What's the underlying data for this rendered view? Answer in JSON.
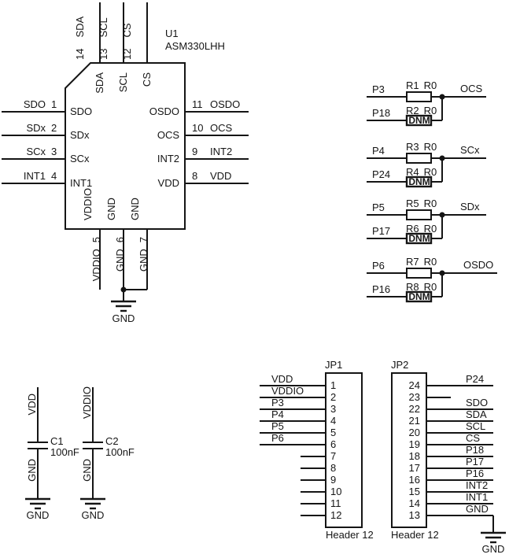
{
  "ic": {
    "refdes": "U1",
    "part": "ASM330LHH",
    "left_pins": [
      {
        "num": "1",
        "name": "SDO",
        "net": "SDO"
      },
      {
        "num": "2",
        "name": "SDx",
        "net": "SDx"
      },
      {
        "num": "3",
        "name": "SCx",
        "net": "SCx"
      },
      {
        "num": "4",
        "name": "INT1",
        "net": "INT1"
      }
    ],
    "right_pins": [
      {
        "num": "11",
        "name": "OSDO",
        "net": "OSDO"
      },
      {
        "num": "10",
        "name": "OCS",
        "net": "OCS"
      },
      {
        "num": "9",
        "name": "INT2",
        "net": "INT2"
      },
      {
        "num": "8",
        "name": "VDD",
        "net": "VDD"
      }
    ],
    "top_pins": [
      {
        "num": "14",
        "name": "SDA",
        "net": "SDA"
      },
      {
        "num": "13",
        "name": "SCL",
        "net": "SCL"
      },
      {
        "num": "12",
        "name": "CS",
        "net": "CS"
      }
    ],
    "bottom_pins": [
      {
        "num": "5",
        "name": "VDDIO",
        "net": "VDDIO"
      },
      {
        "num": "6",
        "name": "GND",
        "net": "GND"
      },
      {
        "num": "7",
        "name": "GND",
        "net": "GND"
      }
    ],
    "gnd_label": "GND"
  },
  "resistor_networks": [
    {
      "top_input": "P3",
      "top_ref": "R1",
      "top_val": "R0",
      "bottom_input": "P18",
      "bottom_ref": "R2",
      "bottom_val": "R0",
      "bottom_dnm": "DNM",
      "output": "OCS"
    },
    {
      "top_input": "P4",
      "top_ref": "R3",
      "top_val": "R0",
      "bottom_input": "P24",
      "bottom_ref": "R4",
      "bottom_val": "R0",
      "bottom_dnm": "DNM",
      "output": "SCx"
    },
    {
      "top_input": "P5",
      "top_ref": "R5",
      "top_val": "R0",
      "bottom_input": "P17",
      "bottom_ref": "R6",
      "bottom_val": "R0",
      "bottom_dnm": "DNM",
      "output": "SDx"
    },
    {
      "top_input": "P6",
      "top_ref": "R7",
      "top_val": "R0",
      "bottom_input": "P16",
      "bottom_ref": "R8",
      "bottom_val": "R0",
      "bottom_dnm": "DNM",
      "output": "OSDO"
    }
  ],
  "capacitors": [
    {
      "refdes": "C1",
      "value": "100nF",
      "top_net": "VDD",
      "bottom_net": "GND",
      "gnd_label": "GND"
    },
    {
      "refdes": "C2",
      "value": "100nF",
      "top_net": "VDDIO",
      "bottom_net": "GND",
      "gnd_label": "GND"
    }
  ],
  "headers": {
    "jp1": {
      "refdes": "JP1",
      "footprint": "Header 12",
      "pins": [
        {
          "num": "1",
          "net": "VDD"
        },
        {
          "num": "2",
          "net": "VDDIO"
        },
        {
          "num": "3",
          "net": "P3"
        },
        {
          "num": "4",
          "net": "P4"
        },
        {
          "num": "5",
          "net": "P5"
        },
        {
          "num": "6",
          "net": "P6"
        },
        {
          "num": "7",
          "net": ""
        },
        {
          "num": "8",
          "net": ""
        },
        {
          "num": "9",
          "net": ""
        },
        {
          "num": "10",
          "net": ""
        },
        {
          "num": "11",
          "net": ""
        },
        {
          "num": "12",
          "net": ""
        }
      ]
    },
    "jp2": {
      "refdes": "JP2",
      "footprint": "Header 12",
      "gnd_label": "GND",
      "pins": [
        {
          "num": "24",
          "net": "P24"
        },
        {
          "num": "23",
          "net": ""
        },
        {
          "num": "22",
          "net": "SDO"
        },
        {
          "num": "21",
          "net": "SDA"
        },
        {
          "num": "20",
          "net": "SCL"
        },
        {
          "num": "19",
          "net": "CS"
        },
        {
          "num": "18",
          "net": "P18"
        },
        {
          "num": "17",
          "net": "P17"
        },
        {
          "num": "16",
          "net": "P16"
        },
        {
          "num": "15",
          "net": "INT2"
        },
        {
          "num": "14",
          "net": "INT1"
        },
        {
          "num": "13",
          "net": "GND"
        }
      ]
    }
  }
}
